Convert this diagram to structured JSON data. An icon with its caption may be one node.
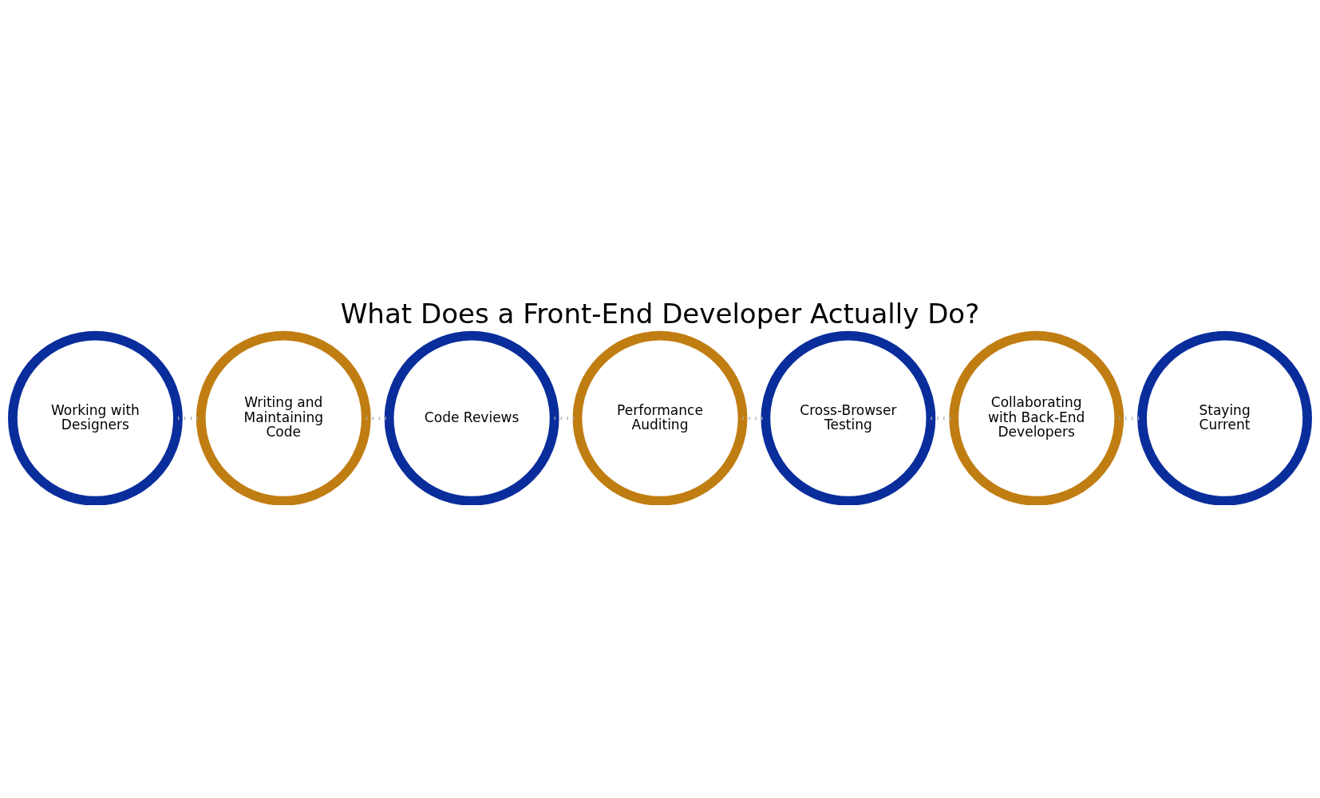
{
  "diagram": {
    "title": "What Does a Front-End Developer Actually Do?",
    "nodes": [
      {
        "text": [
          "Working with Designers"
        ]
      },
      {
        "text": [
          "Writing and Maintaining Code"
        ]
      },
      {
        "text": [
          "Code Reviews"
        ]
      },
      {
        "text": [
          "Performance Auditing"
        ]
      },
      {
        "text": [
          "Cross-Browser Testing"
        ]
      },
      {
        "text": [
          "Collaborating with Back-End Developers"
        ]
      },
      {
        "text": [
          "Staying Current"
        ]
      }
    ],
    "edges": [
      {
        "from": 0,
        "to": 1,
        "arrow": "none",
        "style": "dashed"
      },
      {
        "from": 1,
        "to": 2,
        "arrow": "none",
        "style": "dashed"
      },
      {
        "from": 2,
        "to": 3,
        "arrow": "none",
        "style": "dashed"
      },
      {
        "from": 3,
        "to": 4,
        "arrow": "none",
        "style": "dashed"
      },
      {
        "from": 4,
        "to": 5,
        "arrow": "none",
        "style": "dashed"
      },
      {
        "from": 5,
        "to": 6,
        "arrow": "none",
        "style": "dashed"
      }
    ]
  }
}
